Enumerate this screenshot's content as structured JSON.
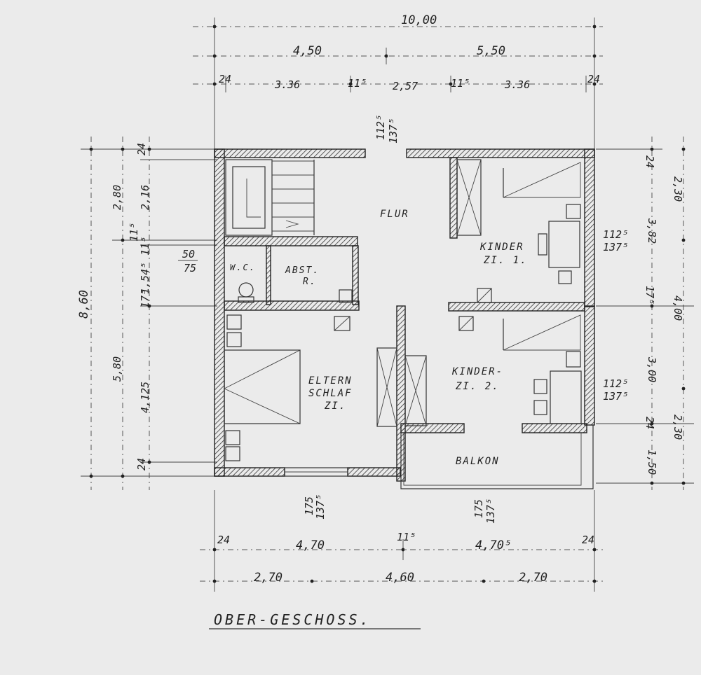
{
  "title": "OBER-GESCHOSS.",
  "rooms": {
    "flur": "FLUR",
    "kinder1_a": "KINDER",
    "kinder1_b": "ZI. 1.",
    "wc": "W.C.",
    "abst_a": "ABST.",
    "abst_b": "R.",
    "eltern_a": "ELTERN",
    "eltern_b": "SCHLAF",
    "eltern_c": "ZI.",
    "kinder2_a": "KINDER-",
    "kinder2_b": "ZI. 2.",
    "balkon": "BALKON"
  },
  "dims_top": {
    "total": "10,00",
    "left": "4,50",
    "right": "5,50",
    "w1": "24",
    "w2": "3.36",
    "w3": "11⁵",
    "w4": "2,57",
    "w5": "11⁵",
    "w6": "3.36",
    "w7": "24",
    "door_a": "112⁵",
    "door_b": "137⁵"
  },
  "dims_left": {
    "total": "8,60",
    "upper": "2,80",
    "lower": "5,80",
    "s1": "24",
    "s2": "2,16",
    "s3": "11⁵",
    "s4": "11⁵",
    "s5": "1,54⁵",
    "s6": "17⁵",
    "s7": "4,125",
    "s8": "24",
    "frac_a": "50",
    "frac_b": "75"
  },
  "dims_right": {
    "r1": "24",
    "r2": "2,30",
    "r3": "3,82",
    "r4": "17⁵",
    "r5": "4,00",
    "r6": "3,00",
    "r7": "24",
    "r8": "1,50",
    "r9": "2,30",
    "w1_a": "112⁵",
    "w1_b": "137⁵",
    "w2_a": "112⁵",
    "w2_b": "137⁵"
  },
  "dims_bottom": {
    "b1": "24",
    "b2": "4,70",
    "b3": "11⁵",
    "b4": "4,70⁵",
    "b5": "24",
    "c1": "2,70",
    "c2": "4,60",
    "c3": "2,70",
    "win1_a": "175",
    "win1_b": "137⁵",
    "win2_a": "175",
    "win2_b": "137⁵"
  }
}
